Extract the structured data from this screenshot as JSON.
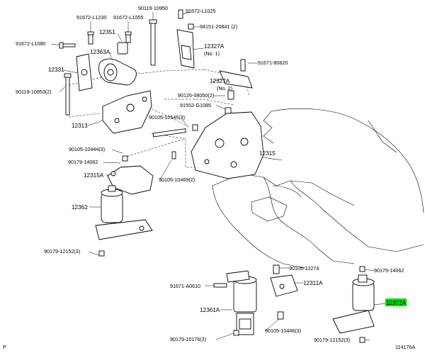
{
  "diagram": {
    "labels": [
      {
        "text": "91672-L1230"
      },
      {
        "text": "91672-L1055"
      },
      {
        "text": "90119-10950"
      },
      {
        "text": "91672-L1025"
      },
      {
        "text": "94151-20841 (2)"
      },
      {
        "text": "12351"
      },
      {
        "text": "12327A"
      },
      {
        "text": "(No. 1)"
      },
      {
        "text": "91672-L1080"
      },
      {
        "text": "12363A"
      },
      {
        "text": "91671-80820"
      },
      {
        "text": "12331"
      },
      {
        "text": "12327A"
      },
      {
        "text": "(No. 2)"
      },
      {
        "text": "90119-10953(2)"
      },
      {
        "text": "90126-08050(2)"
      },
      {
        "text": "91552-G1085"
      },
      {
        "text": "12313"
      },
      {
        "text": "90105-10545(3)"
      },
      {
        "text": "90105-10444(3)"
      },
      {
        "text": "12315"
      },
      {
        "text": "90179-14062"
      },
      {
        "text": "12315A"
      },
      {
        "text": "90105-10469(2)"
      },
      {
        "text": "12362"
      },
      {
        "text": "90179-12152(3)"
      },
      {
        "text": "90105-12274"
      },
      {
        "text": "90179-14062"
      },
      {
        "text": "91671-A0610"
      },
      {
        "text": "12311A"
      },
      {
        "text": "12372A"
      },
      {
        "text": "12361A"
      },
      {
        "text": "90105-10446(3)"
      },
      {
        "text": "90179-10176(3)"
      },
      {
        "text": "90179-12152(3)"
      },
      {
        "text": "P"
      },
      {
        "text": "114176A"
      }
    ]
  }
}
